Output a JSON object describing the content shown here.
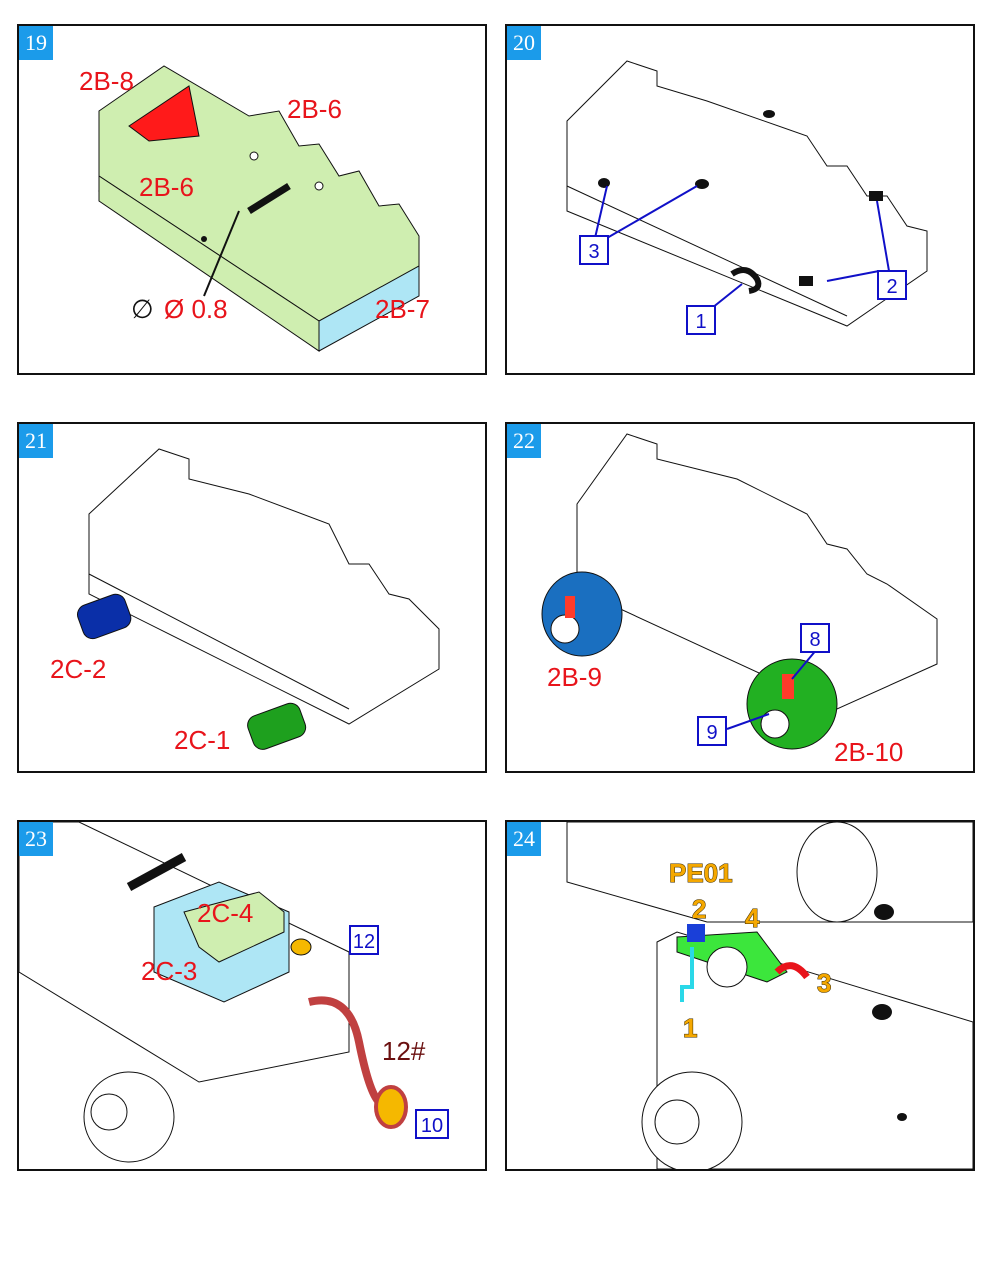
{
  "steps": [
    {
      "number": "19",
      "labels": {
        "part_top": "2B-8",
        "side_right": "2B-6",
        "side_left": "2B-6",
        "rod": "Ø 0.8",
        "base": "2B-7"
      }
    },
    {
      "number": "20",
      "callouts": {
        "a": "3",
        "b": "1",
        "c": "2"
      }
    },
    {
      "number": "21",
      "labels": {
        "axle_rear": "2C-2",
        "axle_front": "2C-1"
      }
    },
    {
      "number": "22",
      "labels": {
        "wheel_rear": "2B-9",
        "wheel_front": "2B-10"
      },
      "callouts": {
        "a": "8",
        "b": "9"
      }
    },
    {
      "number": "23",
      "labels": {
        "wedge": "2C-4",
        "block": "2C-3",
        "rope": "12#"
      },
      "callouts": {
        "a": "12",
        "b": "10"
      }
    },
    {
      "number": "24",
      "labels": {
        "pe": "PE01",
        "n2": "2",
        "n4": "4",
        "n3": "3",
        "n1": "1"
      }
    }
  ],
  "colors": {
    "badge": "#1b9bea",
    "label_red": "#e8141b",
    "callout_blue": "#1010c8",
    "green": "#cfeeb0",
    "blue": "#aee6f5"
  }
}
